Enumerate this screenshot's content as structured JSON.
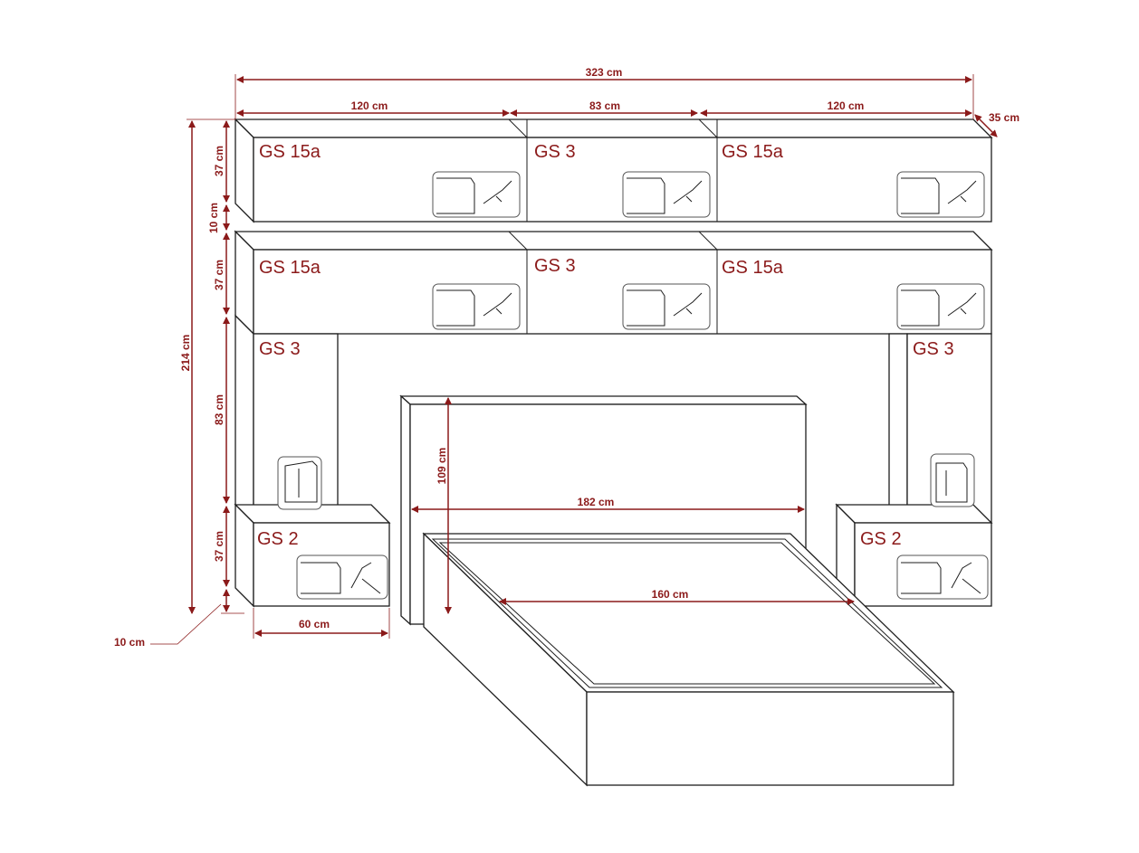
{
  "dimensions": {
    "total_width": "323 cm",
    "top_left_width": "120 cm",
    "top_mid_width": "83 cm",
    "top_right_width": "120 cm",
    "depth": "35 cm",
    "total_height": "214 cm",
    "upper_height": "37 cm",
    "gap": "10 cm",
    "second_height": "37 cm",
    "column_height": "83 cm",
    "bottom_height": "37 cm",
    "base_gap": "10 cm",
    "bedside_width": "60 cm",
    "headboard_height": "109 cm",
    "headboard_width": "182 cm",
    "mattress_width": "160 cm"
  },
  "labels": {
    "top_left": "GS 15a",
    "top_mid": "GS 3",
    "top_right": "GS 15a",
    "row2_left": "GS 15a",
    "row2_mid": "GS 3",
    "row2_right": "GS 15a",
    "col_left": "GS 3",
    "col_right": "GS 3",
    "bedside_left": "GS 2",
    "bedside_right": "GS 2"
  },
  "colors": {
    "dimension": "#8b1a1a",
    "outline": "#1e1e1e"
  }
}
